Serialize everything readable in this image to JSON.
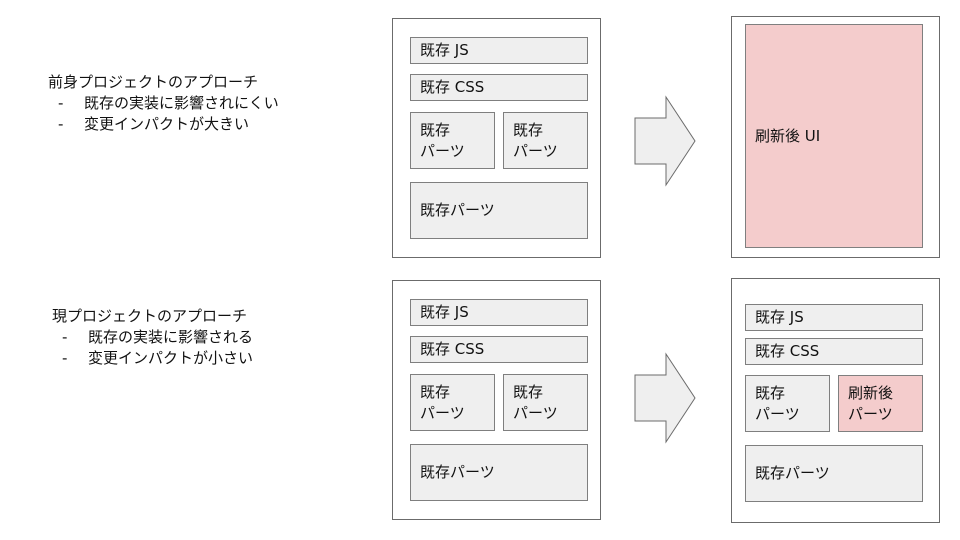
{
  "prev_approach": {
    "heading": "前身プロジェクトのアプローチ",
    "bullets": [
      "既存の実装に影響されにくい",
      "変更インパクトが大きい"
    ],
    "bullet_marker": "-"
  },
  "current_approach": {
    "heading": "現プロジェクトのアプローチ",
    "bullets": [
      "既存の実装に影響される",
      "変更インパクトが小さい"
    ],
    "bullet_marker": "-"
  },
  "top_left_frame": {
    "js": "既存 JS",
    "css": "既存 CSS",
    "part_left": "既存\nパーツ",
    "part_right": "既存\nパーツ",
    "part_bottom": "既存パーツ"
  },
  "top_right_frame": {
    "ui": "刷新後 UI"
  },
  "bottom_left_frame": {
    "js": "既存 JS",
    "css": "既存 CSS",
    "part_left": "既存\nパーツ",
    "part_right": "既存\nパーツ",
    "part_bottom": "既存パーツ"
  },
  "bottom_right_frame": {
    "js": "既存 JS",
    "css": "既存 CSS",
    "part_left": "既存\nパーツ",
    "part_right": "刷新後\nパーツ",
    "part_bottom": "既存パーツ"
  },
  "colors": {
    "existing_fill": "#efefef",
    "renewed_fill": "#f4cccc",
    "border": "#7f7f7f"
  }
}
